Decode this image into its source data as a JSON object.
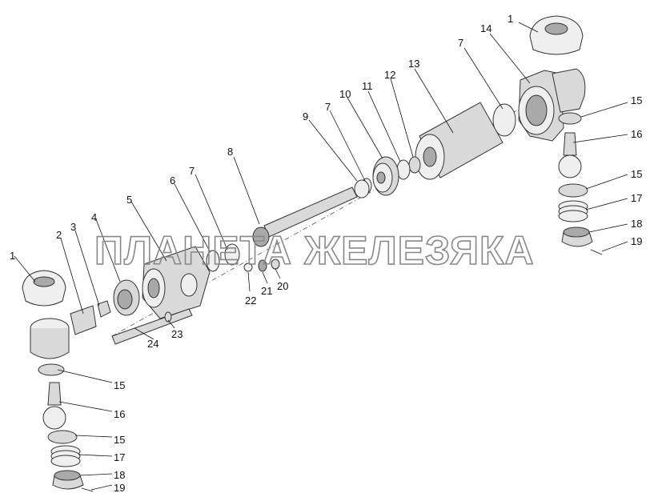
{
  "watermark": "ПЛАНЕТА ЖЕЛЕЗЯКА",
  "callouts": {
    "c1a": "1",
    "c1b": "1",
    "c2": "2",
    "c3": "3",
    "c4": "4",
    "c5": "5",
    "c6": "6",
    "c7a": "7",
    "c7b": "7",
    "c7c": "7",
    "c8": "8",
    "c9": "9",
    "c10": "10",
    "c11": "11",
    "c12": "12",
    "c13": "13",
    "c14": "14",
    "c15a": "15",
    "c15b": "15",
    "c15c": "15",
    "c15d": "15",
    "c16a": "16",
    "c16b": "16",
    "c17a": "17",
    "c17b": "17",
    "c18a": "18",
    "c18b": "18",
    "c19a": "19",
    "c19b": "19",
    "c20": "20",
    "c21": "21",
    "c22": "22",
    "c23": "23",
    "c24": "24"
  }
}
